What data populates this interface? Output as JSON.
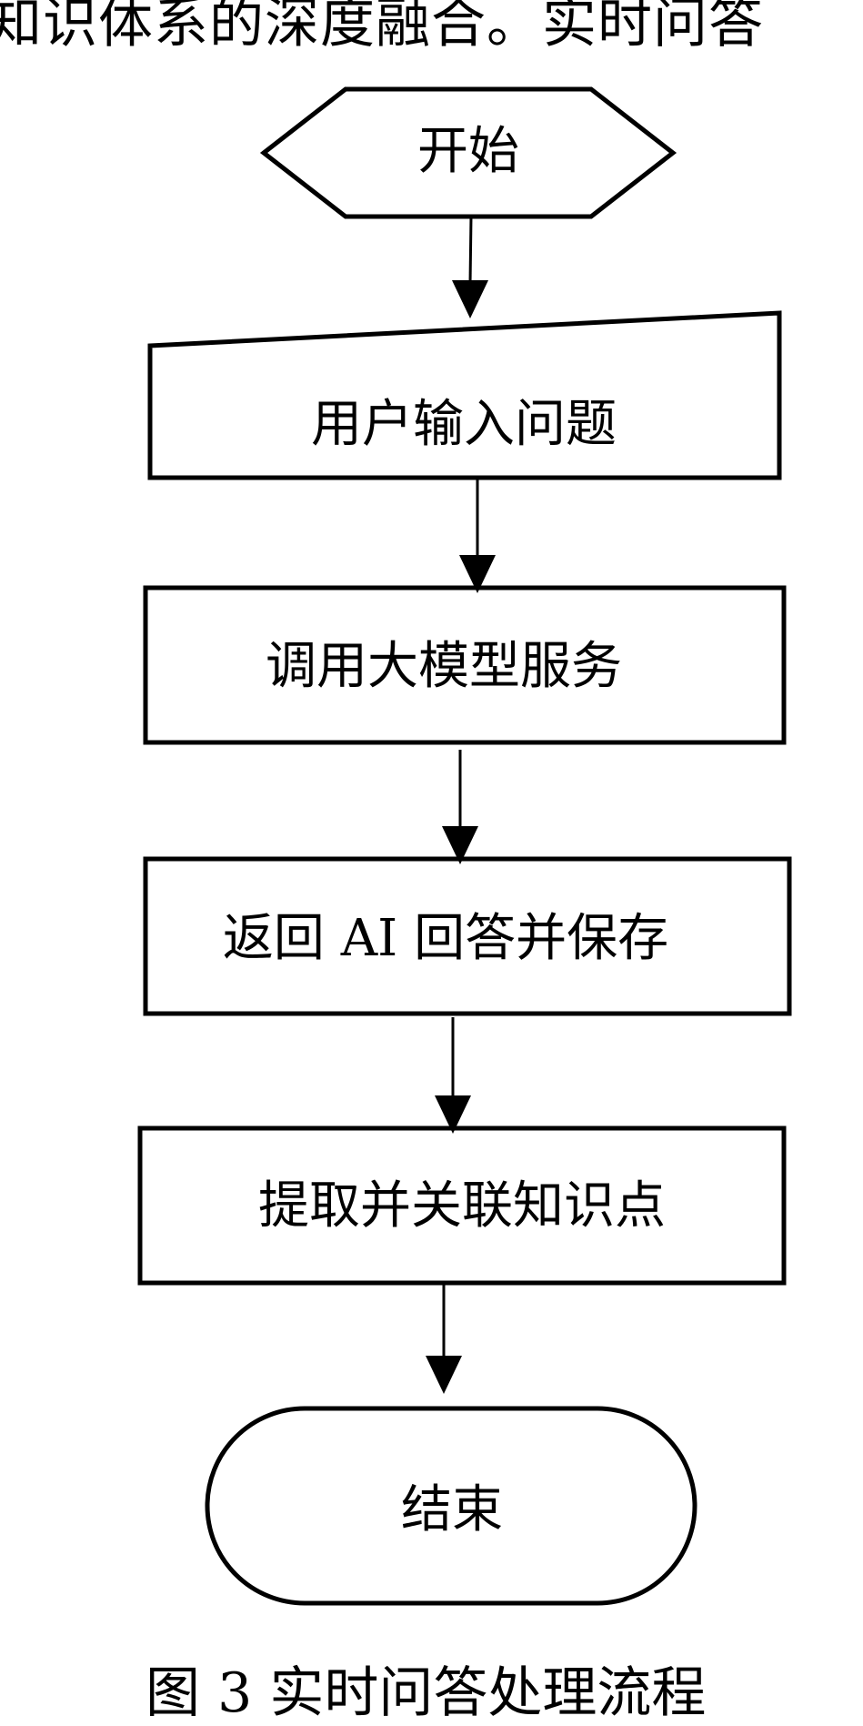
{
  "top_text": "知识体系的深度融合。实时问答",
  "nodes": {
    "start": "开始",
    "input": "用户输入问题",
    "call": "调用大模型服务",
    "return": "返回 AI 回答并保存",
    "extract": "提取并关联知识点",
    "end": "结束"
  },
  "caption": "图 3 实时问答处理流程"
}
